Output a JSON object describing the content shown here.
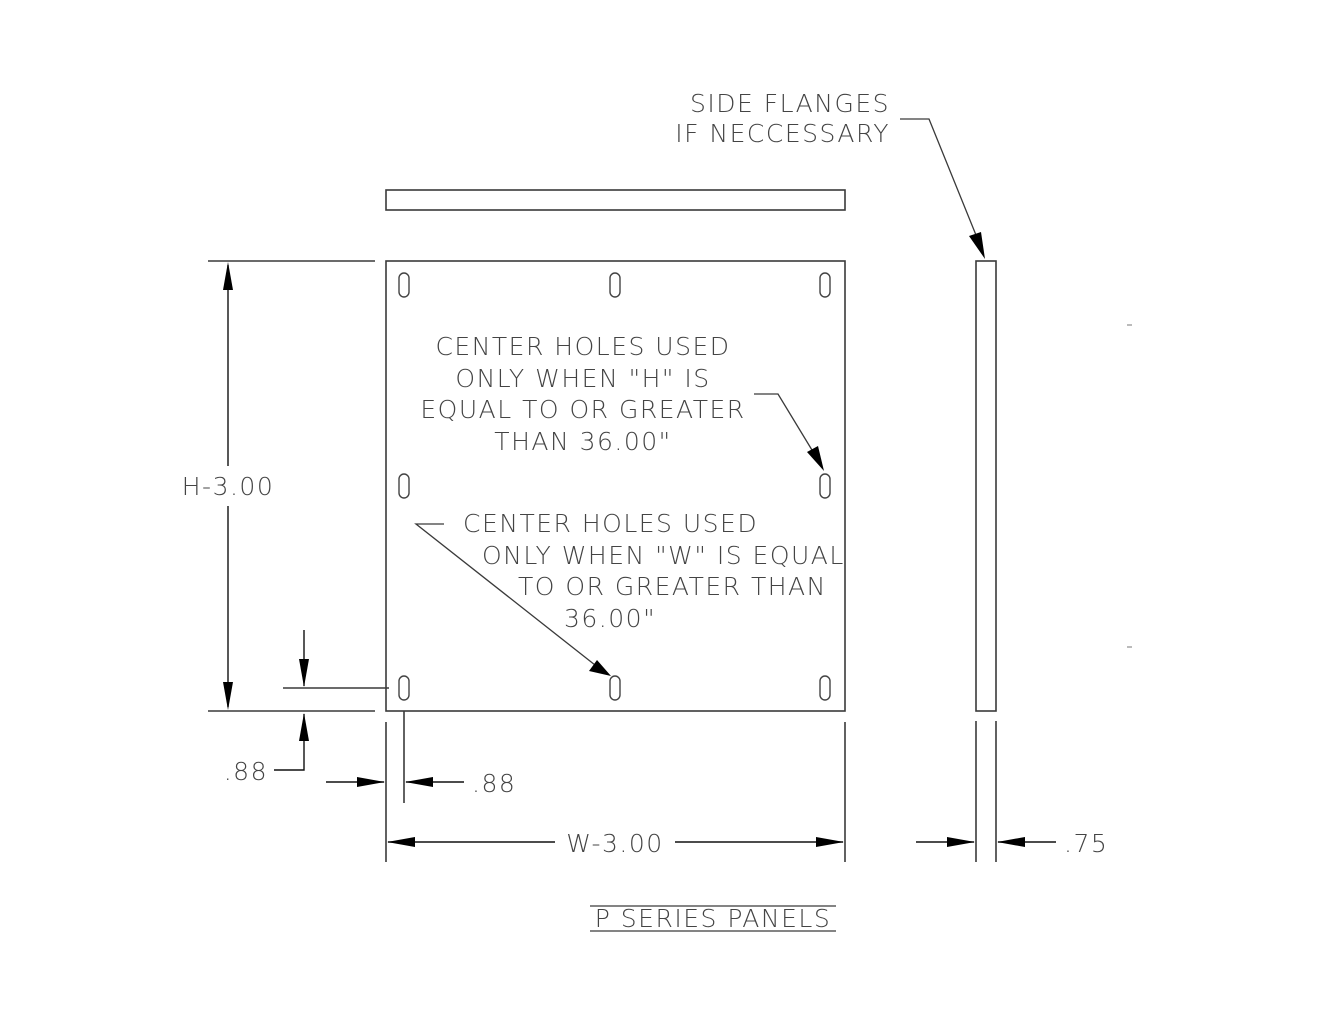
{
  "drawing": {
    "title": "P SERIES PANELS",
    "side_flange_note": {
      "line1": "SIDE FLANGES",
      "line2": "IF NECCESSARY"
    },
    "h_center_holes_note": {
      "line1": "CENTER HOLES USED",
      "line2": "ONLY WHEN \"H\" IS",
      "line3": "EQUAL TO OR GREATER",
      "line4": "THAN 36.00\""
    },
    "w_center_holes_note": {
      "line1": "CENTER HOLES USED",
      "line2": "ONLY WHEN \"W\" IS EQUAL",
      "line3": "TO OR GREATER THAN",
      "line4": "36.00\""
    },
    "dimensions": {
      "height": "H-3.00",
      "width": "W-3.00",
      "vertical_offset": ".88",
      "horizontal_offset": ".88",
      "flange_thickness": ".75"
    },
    "colors": {
      "background": "#ffffff",
      "line": "#3a3a3a",
      "text": "#444444",
      "arrow": "#000000"
    }
  }
}
